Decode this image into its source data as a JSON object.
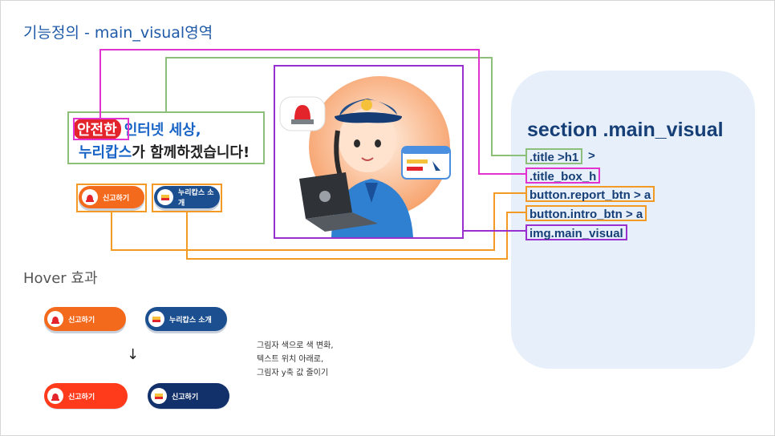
{
  "page_title": "기능정의 - main_visual영역",
  "headline": {
    "badge": "안전한",
    "line1_rest": "인터넷 세상,",
    "line2_brand": "누리캅스",
    "line2_rest": "가 함께하겠습니다!"
  },
  "buttons": {
    "report_label": "신고하기",
    "intro_label": "누리캅스 소개"
  },
  "section": {
    "title": "section .main_visual",
    "selectors": [
      {
        "text": ".title >h1",
        "tail": " >",
        "color": "green"
      },
      {
        "text": " .title_box_h",
        "tail": "",
        "color": "magenta"
      },
      {
        "text": "button.report_btn > a",
        "tail": "",
        "color": "orange"
      },
      {
        "text": "button.intro_btn > a",
        "tail": "",
        "color": "orange"
      },
      {
        "text": "img.main_visual",
        "tail": "",
        "color": "purple"
      }
    ]
  },
  "hover": {
    "title": "Hover 효과",
    "arrow": "↓",
    "before": {
      "report_label": "신고하기",
      "intro_label": "누리캅스 소개"
    },
    "after": {
      "report_label": "신고하기",
      "intro_label": "신고하기"
    },
    "note": "그림자 색으로 색 변화,\n텍스트 위치 아래로,\n그림자 y축 값 줄이기"
  },
  "colors": {
    "title_blue": "#1f5aa8",
    "section_navy": "#163f77",
    "report_orange": "#f46a1c",
    "intro_navy": "#1c4f8f",
    "hover_red": "#ff3b1b",
    "hover_navy": "#12306a",
    "wire_green": "#8cc07a",
    "wire_magenta": "#e033d0",
    "wire_orange": "#f39a25",
    "wire_purple": "#9a2fd0"
  },
  "icons": [
    "siren-icon",
    "folder-icon",
    "police-officer-illustration",
    "laptop-icon",
    "browser-window-icon"
  ]
}
